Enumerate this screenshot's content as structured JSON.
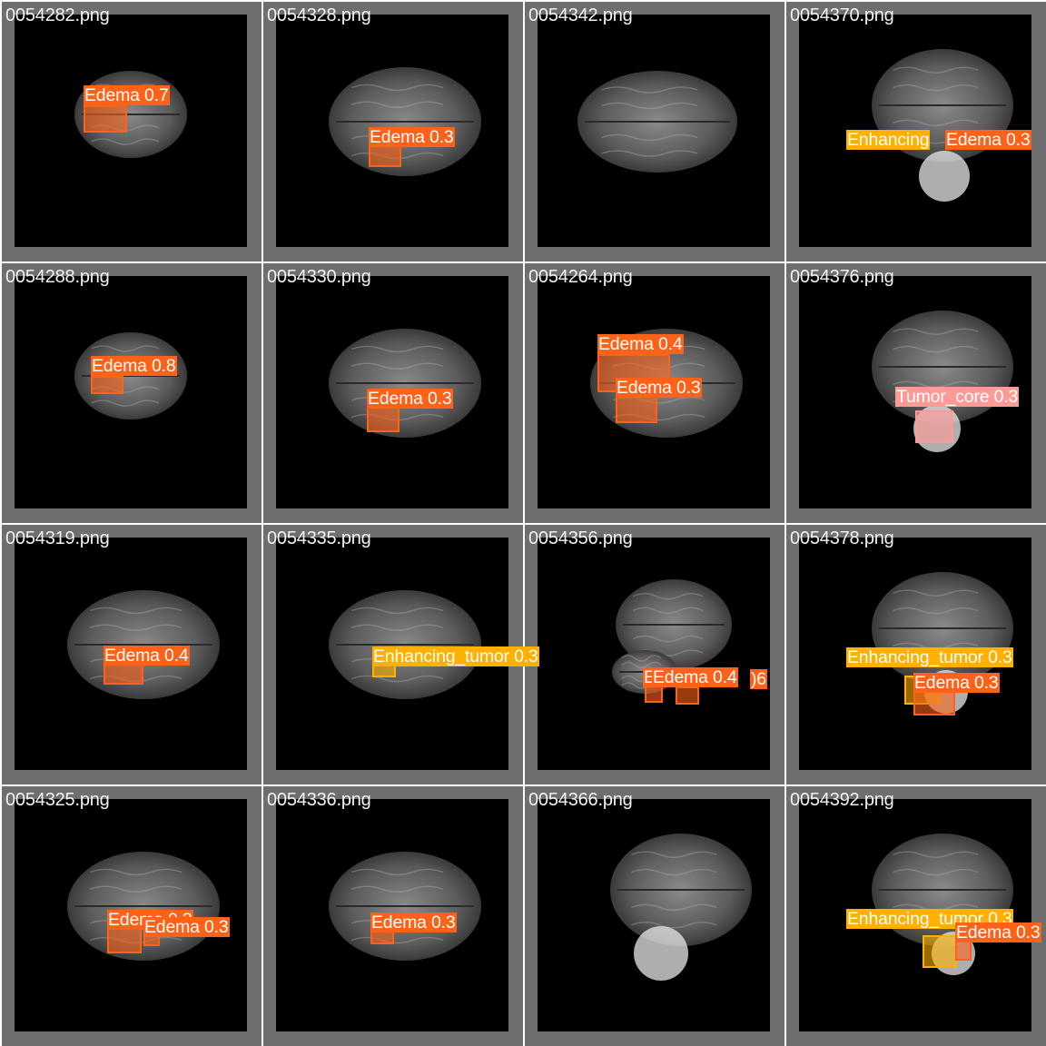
{
  "colors": {
    "edema": "#fe6219",
    "enhancing_tumor": "#ffb000",
    "tumor_core": "#ff9a97",
    "tile_frame": "#6e6e6e"
  },
  "tiles": [
    {
      "file": "0054282.png",
      "brain": "slice_small_top",
      "dets": [
        {
          "label": "Edema 0.7",
          "cls": "edema"
        }
      ]
    },
    {
      "file": "0054328.png",
      "brain": "slice_mid",
      "dets": [
        {
          "label": "Edema 0.3",
          "cls": "edema"
        }
      ]
    },
    {
      "file": "0054342.png",
      "brain": "slice_mid_high",
      "dets": []
    },
    {
      "file": "0054370.png",
      "brain": "slice_low_tumor",
      "dets": [
        {
          "label": "Enhancing",
          "cls": "enhancing_tumor"
        },
        {
          "label": "Edema 0.3",
          "cls": "edema"
        }
      ]
    },
    {
      "file": "0054288.png",
      "brain": "slice_small_top",
      "dets": [
        {
          "label": "Edema 0.8",
          "cls": "edema"
        }
      ]
    },
    {
      "file": "0054330.png",
      "brain": "slice_mid",
      "dets": [
        {
          "label": "Edema 0.3",
          "cls": "edema"
        }
      ]
    },
    {
      "file": "0054264.png",
      "brain": "slice_mid",
      "dets": [
        {
          "label": "Edema 0.4",
          "cls": "edema"
        },
        {
          "label": "Edema 0.3",
          "cls": "edema"
        }
      ]
    },
    {
      "file": "0054376.png",
      "brain": "slice_low_tumor",
      "dets": [
        {
          "label": "Tumor_core 0.3",
          "cls": "tumor_core"
        }
      ]
    },
    {
      "file": "0054319.png",
      "brain": "slice_mid",
      "dets": [
        {
          "label": "Edema 0.4",
          "cls": "edema"
        }
      ]
    },
    {
      "file": "0054335.png",
      "brain": "slice_mid",
      "dets": [
        {
          "label": "Enhancing_tumor 0.3",
          "cls": "enhancing_tumor"
        }
      ]
    },
    {
      "file": "0054356.png",
      "brain": "slice_low",
      "dets": [
        {
          "label": "E",
          "cls": "edema"
        },
        {
          "label": "Edema 0.4",
          "cls": "edema"
        },
        {
          "label": ")6",
          "cls": "edema"
        }
      ]
    },
    {
      "file": "0054378.png",
      "brain": "slice_low_tumor",
      "dets": [
        {
          "label": "Enhancing_tumor 0.3",
          "cls": "enhancing_tumor"
        },
        {
          "label": "Edema 0.3",
          "cls": "edema"
        }
      ]
    },
    {
      "file": "0054325.png",
      "brain": "slice_mid",
      "dets": [
        {
          "label": "Edema 0.3",
          "cls": "edema"
        },
        {
          "label": "Edema 0.3",
          "cls": "edema"
        }
      ]
    },
    {
      "file": "0054336.png",
      "brain": "slice_mid",
      "dets": [
        {
          "label": "Edema 0.3",
          "cls": "edema"
        }
      ]
    },
    {
      "file": "0054366.png",
      "brain": "slice_low_tumor",
      "dets": []
    },
    {
      "file": "0054392.png",
      "brain": "slice_low_tumor",
      "dets": [
        {
          "label": "Enhancing_tumor 0.3",
          "cls": "enhancing_tumor"
        },
        {
          "label": "Edema 0.3",
          "cls": "edema"
        }
      ]
    }
  ]
}
